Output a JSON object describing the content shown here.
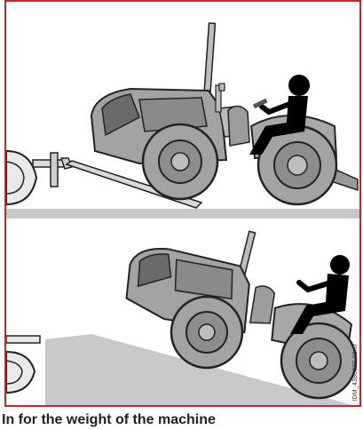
{
  "figure": {
    "border_color": "#c4252b",
    "ground_color": "#c8c8c8",
    "tractor_body_color": "#a3a3a3",
    "tractor_dark_color": "#6a6a6a",
    "operator_color": "#000000",
    "reference_code": "IDM_4380320.01.tif",
    "panels": [
      {
        "scene": "tractor-on-flat-ground-with-trailer-drawbar"
      },
      {
        "scene": "tractor-climbing-ramp"
      }
    ]
  },
  "caption": {
    "text": "In for the weight of the machine"
  }
}
